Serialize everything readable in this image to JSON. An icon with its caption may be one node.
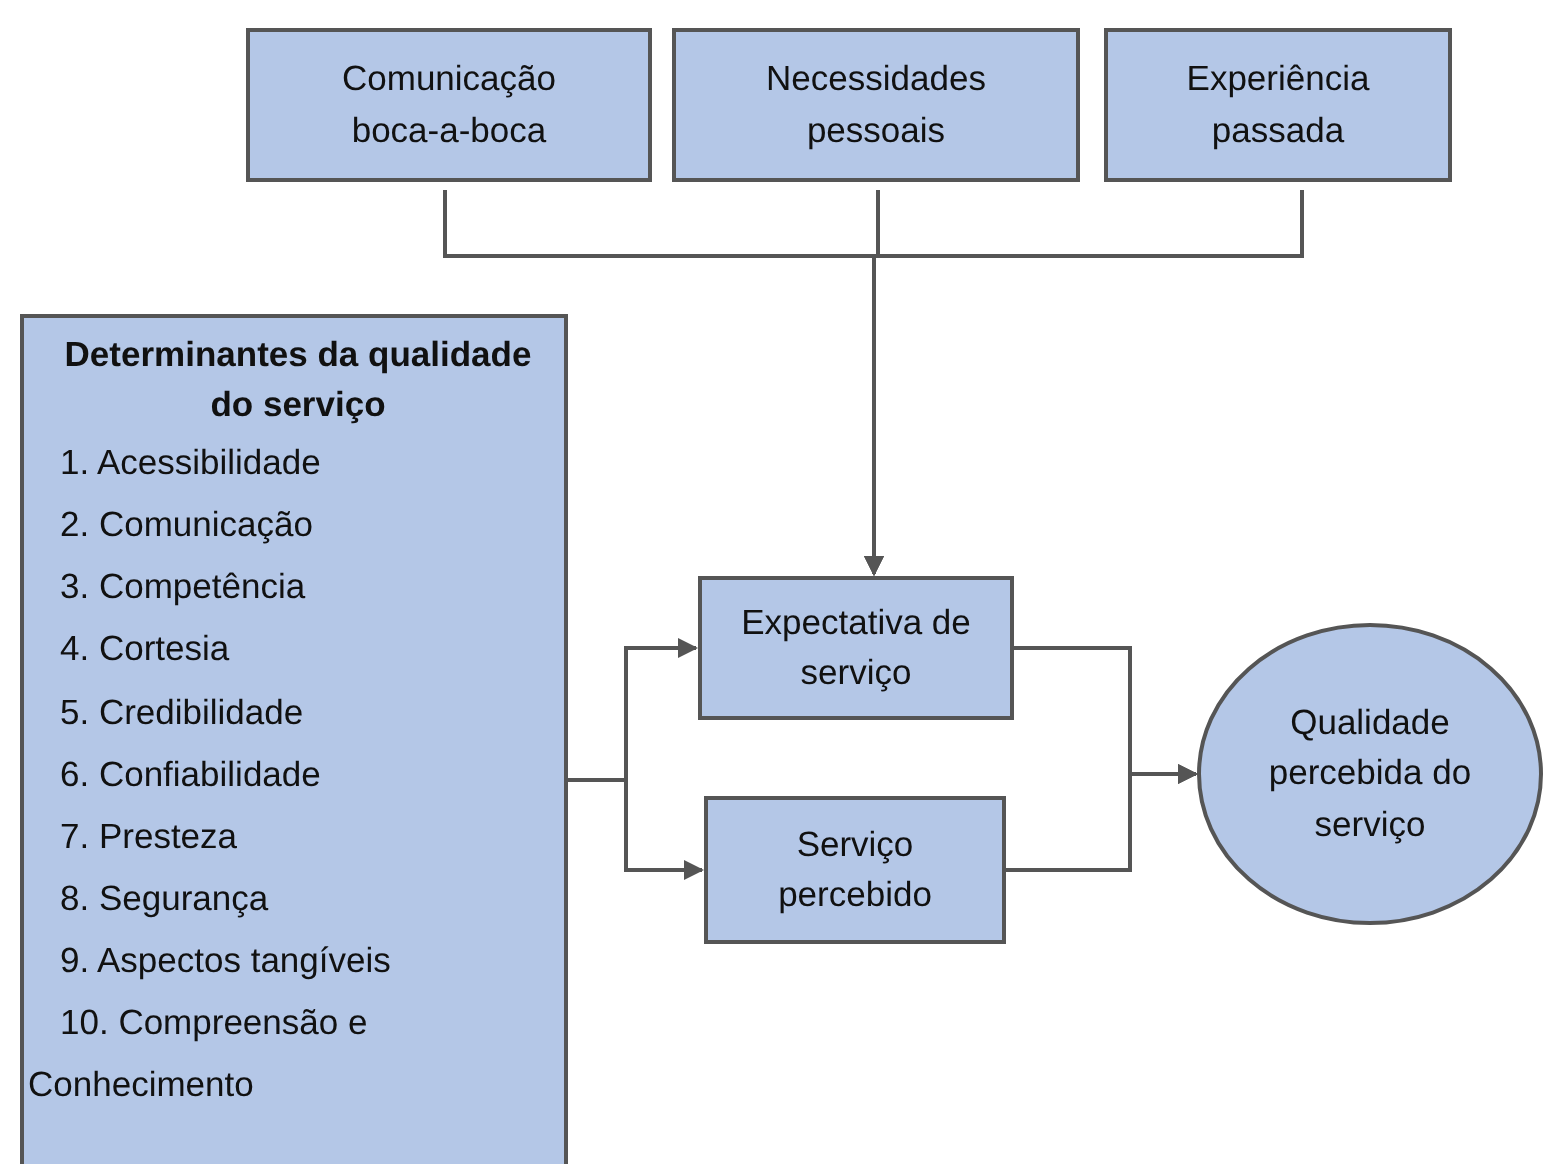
{
  "diagram": {
    "nodes": [
      {
        "text": [
          "Comunicação boca-a-boca"
        ]
      },
      {
        "text": [
          "Necessidades pessoais"
        ]
      },
      {
        "text": [
          "Experiência passada"
        ]
      },
      {
        "text": [
          "Determinantes da qualidade do serviço",
          "1. Acessibilidade",
          "2. Comunicação",
          "3. Competência",
          "4. Cortesia",
          "5. Credibilidade",
          "6. Confiabilidade",
          "7. Presteza",
          "8. Segurança",
          "9. Aspectos tangíveis",
          "10. Compreensão e Conhecimento"
        ]
      },
      {
        "text": [
          "Expectativa de serviço"
        ]
      },
      {
        "text": [
          "Serviço percebido"
        ]
      },
      {
        "text": [
          "Qualidade percebida do serviço"
        ]
      }
    ],
    "edges": [
      {
        "from": 0,
        "to": 4,
        "arrow": "to"
      },
      {
        "from": 1,
        "to": 4,
        "arrow": "to"
      },
      {
        "from": 2,
        "to": 4,
        "arrow": "to"
      },
      {
        "from": 3,
        "to": 4,
        "arrow": "to"
      },
      {
        "from": 3,
        "to": 5,
        "arrow": "to"
      },
      {
        "from": 4,
        "to": 6,
        "arrow": "to"
      },
      {
        "from": 5,
        "to": 6,
        "arrow": "to"
      }
    ]
  }
}
